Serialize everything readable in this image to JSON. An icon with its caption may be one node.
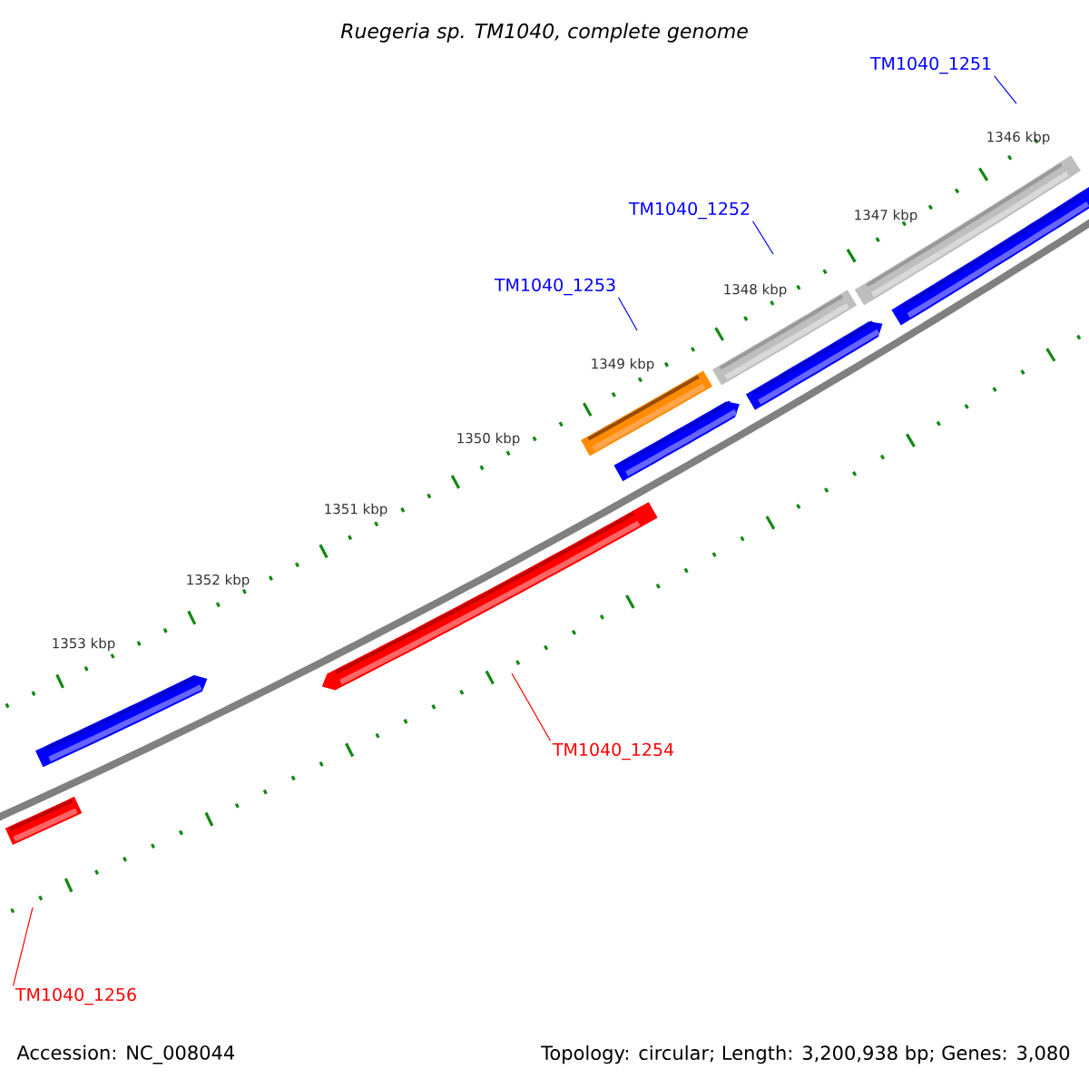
{
  "diagram": {
    "title": "Ruegeria sp. TM1040, complete genome",
    "nodes": [
      {
        "text": [
          "TM1040_1251"
        ]
      },
      {
        "text": [
          "TM1040_1252"
        ]
      },
      {
        "text": [
          "TM1040_1253"
        ]
      },
      {
        "text": [
          "TM1040_1254"
        ]
      },
      {
        "text": [
          "TM1040_1256"
        ]
      }
    ],
    "edges": [
      {
        "from": 0,
        "to": null,
        "arrow": "none"
      },
      {
        "from": 1,
        "to": null,
        "arrow": "none"
      },
      {
        "from": 2,
        "to": null,
        "arrow": "none"
      },
      {
        "from": 3,
        "to": null,
        "arrow": "none",
        "color": "#ff0000"
      },
      {
        "from": 4,
        "to": null,
        "arrow": "none",
        "color": "#ff0000"
      }
    ],
    "labels": [
      "1346 kbp",
      "1347 kbp",
      "1348 kbp",
      "1349 kbp",
      "1350 kbp",
      "1351 kbp",
      "1352 kbp",
      "1353 kbp",
      "Accession: NC_008044",
      "Topology: circular; Length: 3,200,938 bp; Genes: 3,080"
    ]
  }
}
